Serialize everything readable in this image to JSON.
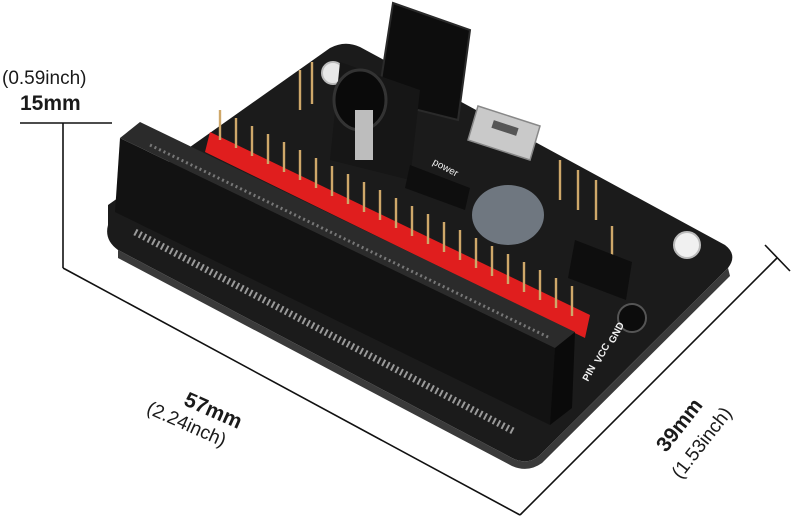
{
  "dimensions": {
    "height": {
      "mm": "15mm",
      "inch": "(0.59inch)"
    },
    "length": {
      "mm": "57mm",
      "inch": "(2.24inch)"
    },
    "width": {
      "mm": "39mm",
      "inch": "(1.53inch)"
    }
  },
  "board_text": {
    "power": "power",
    "pin": "PIN",
    "vcc": "VCC",
    "gnd": "GND"
  },
  "colors": {
    "pcb": "#1b1b1b",
    "connector": "#121212",
    "header_red": "#e01e1e",
    "pin_gold": "#cfa86a",
    "dimension_line": "#111111"
  }
}
